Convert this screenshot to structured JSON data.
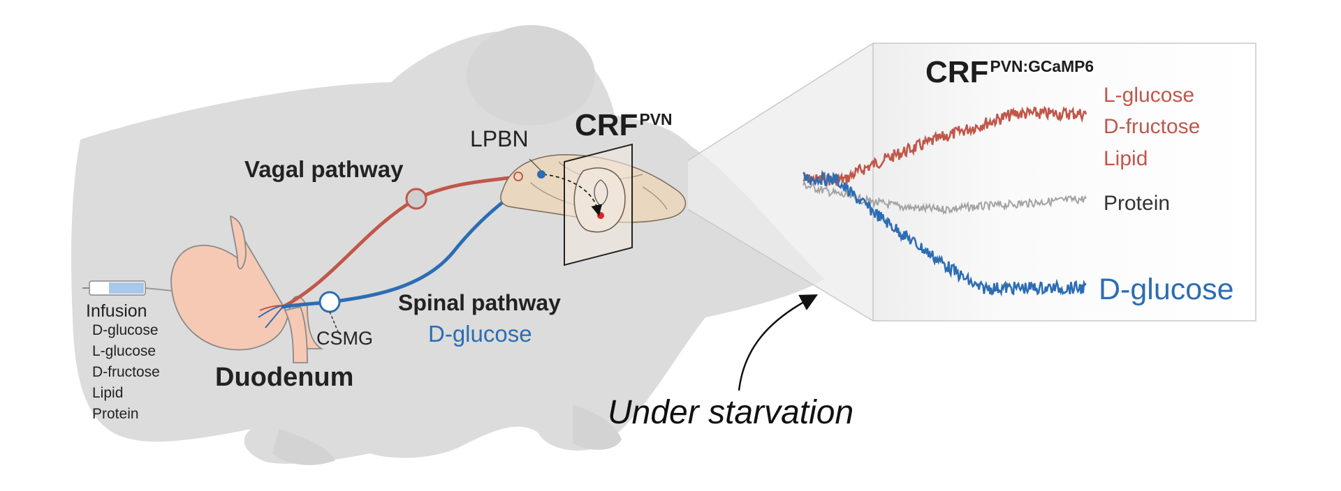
{
  "colors": {
    "silhouette": "#dcdcdc",
    "vagal": "#c0574a",
    "spinal": "#2c6db3",
    "protein": "#a3a3a3",
    "stomach": "#f6c9b5",
    "brain": "#ead7bf",
    "ink": "#1d1d1d"
  },
  "icons": {
    "syringe": "syringe-icon",
    "stomach": "stomach-illustration",
    "brain": "brain-illustration",
    "mouse": "mouse-silhouette"
  },
  "infusion": {
    "title": "Infusion",
    "items": [
      "D-glucose",
      "L-glucose",
      "D-fructose",
      "Lipid",
      "Protein"
    ]
  },
  "labels": {
    "duodenum": "Duodenum",
    "csmg": "CSMG",
    "lpbn": "LPBN",
    "vagal_pathway": "Vagal pathway",
    "spinal_pathway": "Spinal pathway",
    "spinal_nutrient": "D-glucose",
    "crf": "CRF",
    "crf_sup": "PVN",
    "under_starvation": "Under starvation"
  },
  "inset": {
    "title": "CRF",
    "title_sup": "PVN:GCaMP6",
    "traces": [
      {
        "legend": [
          "L-glucose",
          "D-fructose",
          "Lipid"
        ],
        "color": "#c0574a",
        "trend": "increase"
      },
      {
        "legend": [
          "Protein"
        ],
        "color": "#a3a3a3",
        "trend": "slight decrease"
      },
      {
        "legend": [
          "D-glucose"
        ],
        "color": "#2c6db3",
        "trend": "decrease"
      }
    ]
  }
}
